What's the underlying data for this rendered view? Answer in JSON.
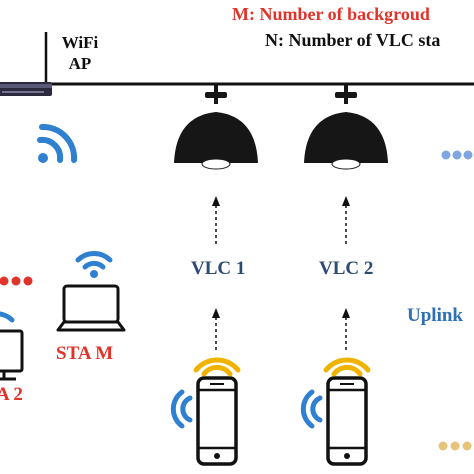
{
  "legend": {
    "m_text": "M: Number of backgroud",
    "n_text": "N: Number of VLC sta"
  },
  "access_point": {
    "label_line1": "WiFi",
    "label_line2": "AP"
  },
  "vlc_links": [
    {
      "label": "VLC 1"
    },
    {
      "label": "VLC 2"
    }
  ],
  "uplink_label": "Uplink",
  "background_stations": [
    {
      "label": "STA M"
    },
    {
      "label": "A 2"
    }
  ],
  "colors": {
    "red": "#e0342a",
    "navy": "#2b4a74",
    "blue": "#2e6fb5",
    "wifi_blue": "#2f80d0",
    "wifi_yellow": "#f0b400",
    "lamp": "#161616",
    "dot_blue": "#7fa6e0",
    "dot_gold": "#e8c47a"
  }
}
